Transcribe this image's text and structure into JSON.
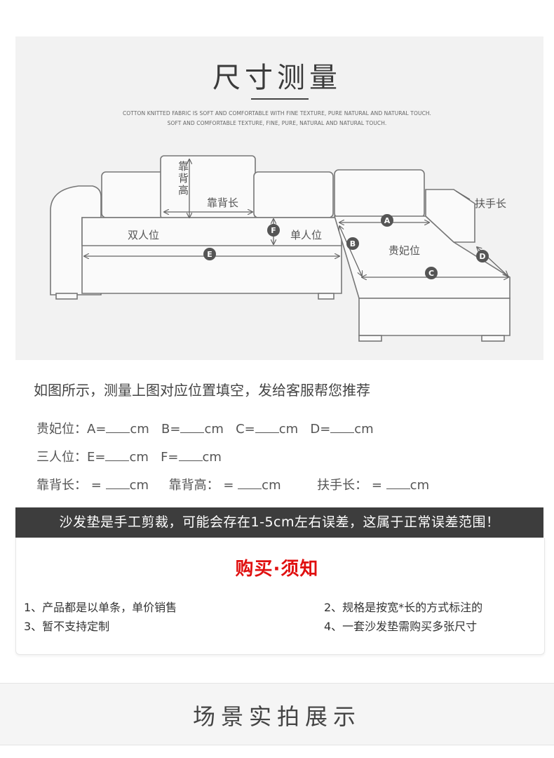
{
  "header": {
    "title": "尺寸测量",
    "subtitle_line1": "COTTON KNITTED FABRIC IS SOFT AND COMFORTABLE WITH FINE TEXTURE, PURE NATURAL AND NATURAL TOUCH.",
    "subtitle_line2": "SOFT AND COMFORTABLE TEXTURE, FINE, PURE, NATURAL AND NATURAL TOUCH."
  },
  "diagram": {
    "back_height": "靠背高",
    "back_length": "靠背长",
    "armrest_length": "扶手长",
    "double_seat": "双人位",
    "single_seat": "单人位",
    "chaise": "贵妃位",
    "markers": [
      "A",
      "B",
      "C",
      "D",
      "E",
      "F"
    ]
  },
  "instruction": "如图所示，测量上图对应位置填空，发给客服帮您推荐",
  "measure_rows": {
    "chaise": {
      "label": "贵妃位：",
      "a": "A=",
      "b": "B=",
      "c": "C=",
      "d": "D=",
      "unit": "cm"
    },
    "three_seat": {
      "label": "三人位：",
      "e": "E=",
      "f": "F=",
      "unit": "cm"
    },
    "back": {
      "back_len": "靠背长：",
      "back_high": "靠背高：",
      "arm": "扶手长：",
      "eq": "=",
      "unit": "cm"
    }
  },
  "banner": "沙发垫是手工剪裁，可能会存在1-5cm左右误差，这属于正常误差范围！",
  "notice": {
    "title": "购买·须知",
    "items": [
      "1、产品都是以单条，单价销售",
      "2、规格是按宽*长的方式标注的",
      "3、暂不支持定制",
      "4、一套沙发垫需购买多张尺寸"
    ]
  },
  "scene_title": "场景实拍展示",
  "colors": {
    "accent_red": "#e01010",
    "banner_bg": "#3d3d3d",
    "marker": "#555555"
  }
}
